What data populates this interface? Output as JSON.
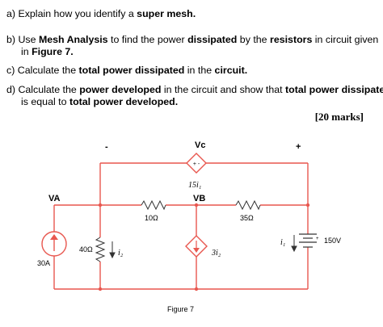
{
  "questions": {
    "a": {
      "pre": "a)  Explain how you identify a ",
      "b1": "super mesh."
    },
    "b": {
      "l1_pre": "b)  Use ",
      "l1_b1": "Mesh Analysis",
      "l1_mid": " to find the power ",
      "l1_b2": "dissipated",
      "l1_mid2": " by the ",
      "l1_b3": "resistors",
      "l1_post": " in circuit given",
      "l2_pre": "in ",
      "l2_b1": "Figure 7."
    },
    "c": {
      "pre": "c) Calculate the ",
      "b1": "total power dissipated",
      "mid": " in the ",
      "b2": "circuit."
    },
    "d": {
      "l1_pre": "d) Calculate the ",
      "l1_b1": "power developed",
      "l1_mid": " in the circuit and show that ",
      "l1_b2": "total power dissipated",
      "l2_pre": "is equal to ",
      "l2_b1": "total power developed."
    }
  },
  "marks": "[20 marks]",
  "circuit": {
    "wire_color": "#e8574f",
    "vc_label": "Vc",
    "va_label": "VA",
    "vb_label": "VB",
    "minus_sign": "-",
    "plus_sign": "+",
    "dep_source_top_label": "15i₁",
    "dep_source_top_signs": "+ -",
    "r1_label": "10Ω",
    "r2_label": "35Ω",
    "r3_label": "40Ω",
    "current_source_label": "30A",
    "i2_label": "i₂",
    "dep_current_label": "3i₂",
    "i1_label": "i₁",
    "vsource_label": "150V",
    "figure_caption": "Figure 7"
  }
}
